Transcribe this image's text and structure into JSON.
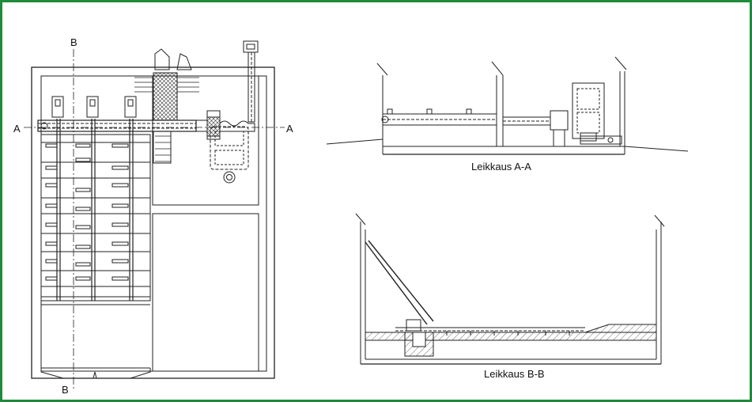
{
  "frame_color": "#1f8a3a",
  "labels": {
    "section_a_left": "A",
    "section_a_right": "A",
    "section_b_top": "B",
    "section_b_bottom": "B",
    "caption_aa": "Leikkaus A-A",
    "caption_bb": "Leikkaus B-B"
  }
}
